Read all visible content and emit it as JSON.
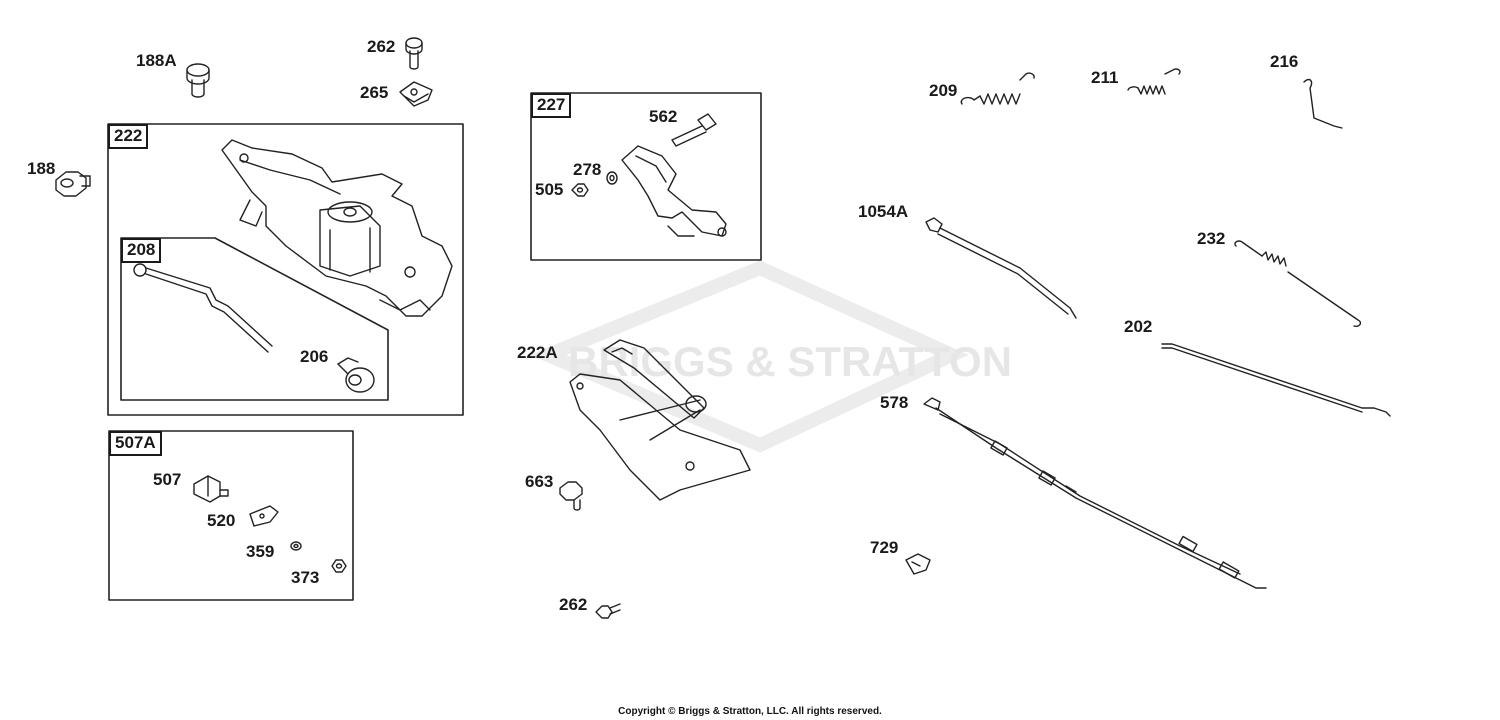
{
  "watermark": "BRIGGS & STRATTON",
  "copyright": "Copyright © Briggs & Stratton, LLC. All rights reserved.",
  "boxes": {
    "b222": "222",
    "b208": "208",
    "b507A": "507A",
    "b227": "227"
  },
  "labels": {
    "l188A": "188A",
    "l262a": "262",
    "l265": "265",
    "l188": "188",
    "l206": "206",
    "l507": "507",
    "l520": "520",
    "l359": "359",
    "l373": "373",
    "l562": "562",
    "l278": "278",
    "l505": "505",
    "l222A": "222A",
    "l663": "663",
    "l262b": "262",
    "l209": "209",
    "l211": "211",
    "l216": "216",
    "l1054A": "1054A",
    "l232": "232",
    "l202": "202",
    "l578": "578",
    "l729": "729"
  }
}
